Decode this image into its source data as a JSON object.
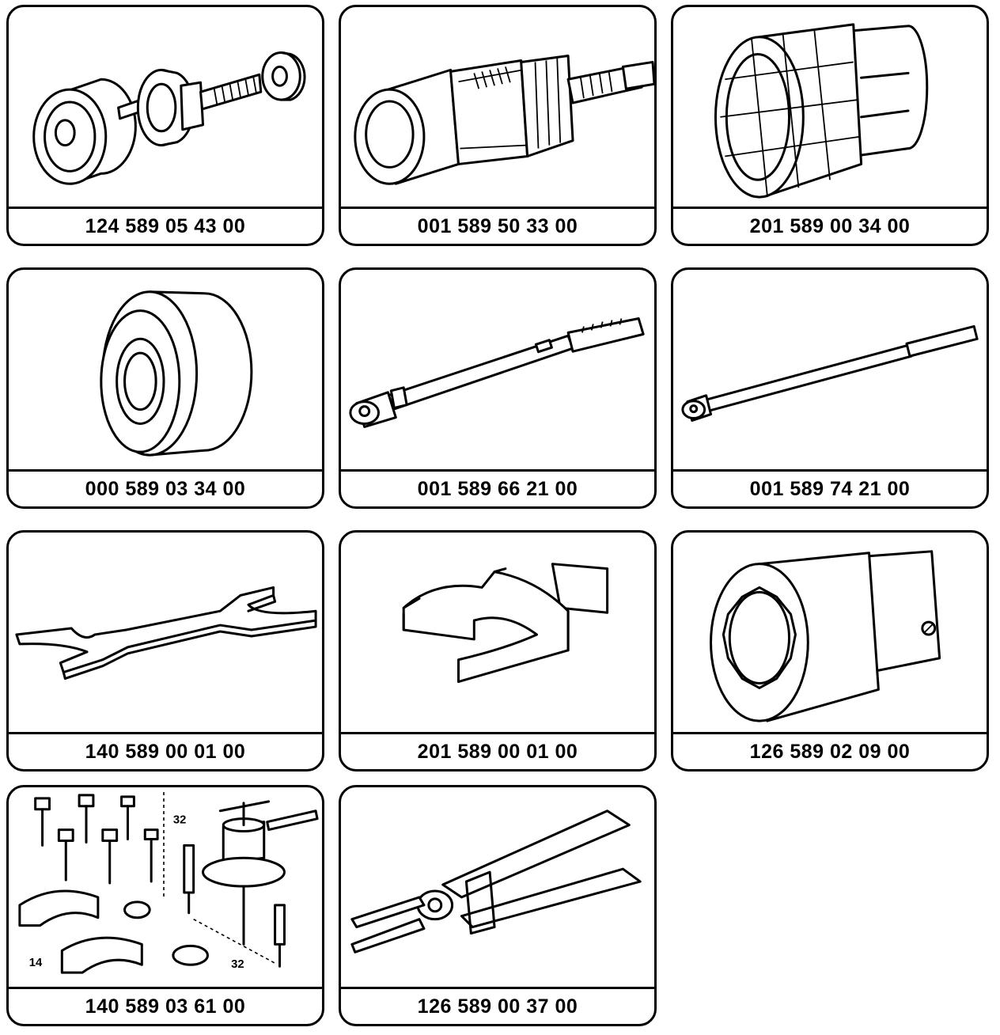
{
  "tools": [
    {
      "id": "t1",
      "part_number": "124 589 05 43 00",
      "icon": "puller-assembly-icon"
    },
    {
      "id": "t2",
      "part_number": "001 589 50 33 00",
      "icon": "socket-adapter-icon"
    },
    {
      "id": "t3",
      "part_number": "201 589 00 34 00",
      "icon": "collet-sleeve-icon"
    },
    {
      "id": "t4",
      "part_number": "000 589 03 34 00",
      "icon": "drift-sleeve-icon"
    },
    {
      "id": "t5",
      "part_number": "001 589 66 21 00",
      "icon": "torque-wrench-icon"
    },
    {
      "id": "t6",
      "part_number": "001 589 74 21 00",
      "icon": "torque-wrench-long-icon"
    },
    {
      "id": "t7",
      "part_number": "140 589 00 01 00",
      "icon": "double-open-wrench-icon"
    },
    {
      "id": "t8",
      "part_number": "201 589 00 01 00",
      "icon": "open-end-insert-icon"
    },
    {
      "id": "t9",
      "part_number": "126 589 02 09 00",
      "icon": "twelve-point-socket-icon"
    },
    {
      "id": "t10",
      "part_number": "140 589 03 61 00",
      "icon": "tool-kit-icon",
      "callouts": [
        "32",
        "32",
        "14"
      ]
    },
    {
      "id": "t11",
      "part_number": "126 589 00 37 00",
      "icon": "circlip-pliers-icon"
    }
  ]
}
